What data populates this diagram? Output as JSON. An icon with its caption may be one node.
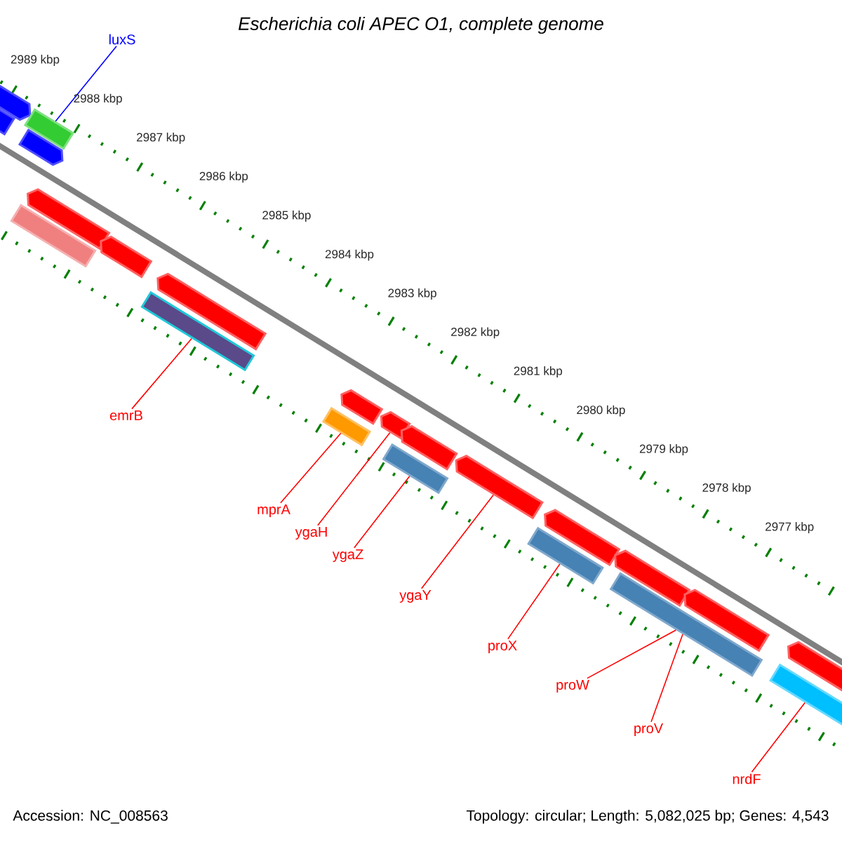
{
  "diagram": {
    "title": "Escherichia coli APEC O1, complete genome",
    "nodes": [
      {
        "text": [
          "luxS"
        ]
      },
      {
        "text": [],
        "shape": "bar"
      },
      {
        "text": [],
        "shape": "bar"
      },
      {
        "text": [],
        "shape": "bar"
      },
      {
        "text": [],
        "shape": "bar"
      },
      {
        "text": [],
        "shape": "bar"
      },
      {
        "text": [],
        "shape": "bar"
      },
      {
        "text": [],
        "shape": "bar"
      },
      {
        "text": [],
        "shape": "bar"
      },
      {
        "text": [],
        "shape": "bar"
      },
      {
        "text": [],
        "shape": "bar"
      },
      {
        "text": [],
        "shape": "bar"
      },
      {
        "text": [],
        "shape": "bar"
      },
      {
        "text": [],
        "shape": "bar"
      },
      {
        "text": [],
        "shape": "bar"
      },
      {
        "text": [],
        "shape": "bar"
      },
      {
        "text": [],
        "shape": "bar"
      },
      {
        "text": [],
        "shape": "bar"
      },
      {
        "text": [],
        "shape": "bar"
      },
      {
        "text": [],
        "shape": "bar"
      },
      {
        "text": [],
        "shape": "bar"
      },
      {
        "text": [],
        "shape": "bar"
      },
      {
        "text": [],
        "shape": "bar"
      },
      {
        "text": [
          "emrB"
        ]
      },
      {
        "text": [
          "mprA"
        ]
      },
      {
        "text": [
          "ygaH"
        ]
      },
      {
        "text": [
          "ygaZ"
        ]
      },
      {
        "text": [
          "ygaY"
        ]
      },
      {
        "text": [
          "proX"
        ]
      },
      {
        "text": [
          "proW"
        ]
      },
      {
        "text": [
          "proV"
        ]
      },
      {
        "text": [
          "nrdF"
        ]
      }
    ],
    "edges": [
      {
        "from": 0,
        "to": 2,
        "arrow": "none",
        "color": "#0000ff"
      },
      {
        "from": 23,
        "to": 9,
        "arrow": "none"
      },
      {
        "from": 24,
        "to": 11,
        "arrow": "none"
      },
      {
        "from": 25,
        "to": 12,
        "arrow": "none"
      },
      {
        "from": 26,
        "to": 14,
        "arrow": "none"
      },
      {
        "from": 27,
        "to": 15,
        "arrow": "none"
      },
      {
        "from": 28,
        "to": 16,
        "arrow": "none"
      },
      {
        "from": 29,
        "to": 17,
        "arrow": "none"
      },
      {
        "from": 30,
        "to": 17,
        "arrow": "none"
      },
      {
        "from": 31,
        "to": 21,
        "arrow": "none"
      }
    ],
    "labels": [
      "2989 kbp",
      "2988 kbp",
      "2987 kbp",
      "2986 kbp",
      "2985 kbp",
      "2984 kbp",
      "2983 kbp",
      "2982 kbp",
      "2981 kbp",
      "2980 kbp",
      "2979 kbp",
      "2978 kbp",
      "2977 kbp",
      "Accession: NC_008563",
      "Topology: circular; Length: 5,082,025 bp; Genes: 4,543"
    ]
  }
}
